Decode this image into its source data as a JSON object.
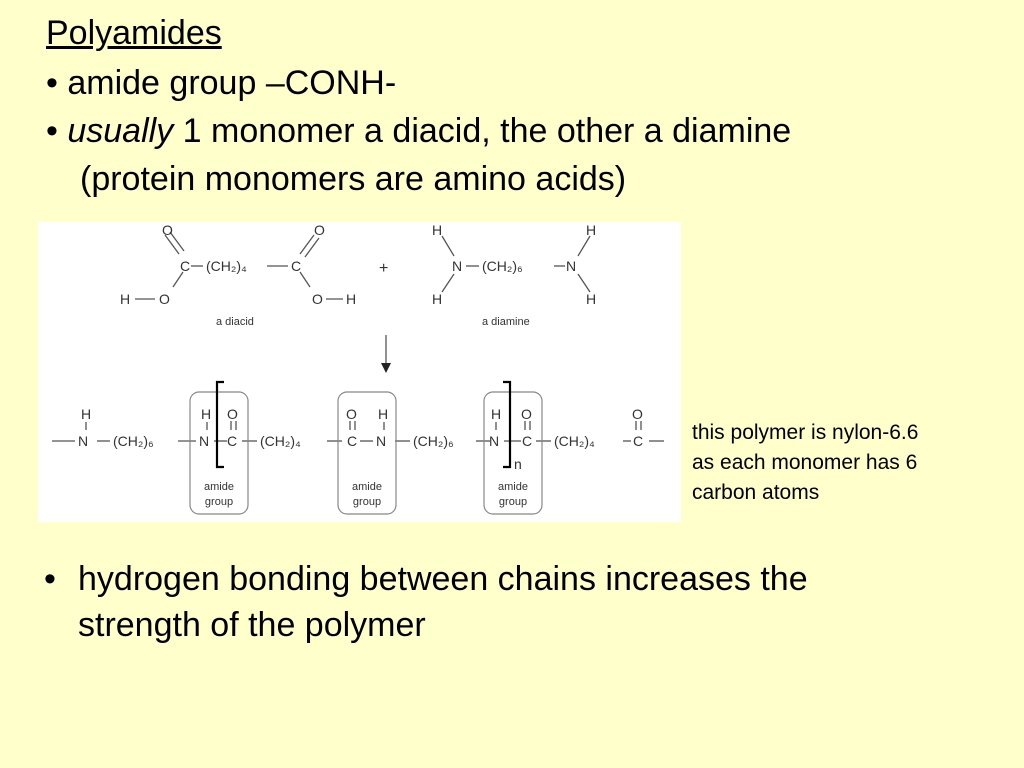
{
  "title": "Polyamides",
  "bullets": [
    {
      "marker": "•",
      "text": "amide group –CONH-"
    },
    {
      "marker": "•",
      "emphasis": "usually",
      "text": " 1 monomer a diacid, the other a diamine",
      "continuation": "(protein monomers are amino acids)"
    }
  ],
  "diagram": {
    "reactants": {
      "diacid_chain": "(CH₂)₄",
      "diamine_chain": "(CH₂)₆",
      "plus": "+",
      "diacid_label": "a diacid",
      "diamine_label": "a diamine"
    },
    "atoms": {
      "C": "C",
      "O": "O",
      "H": "H",
      "N": "N"
    },
    "product": {
      "chain_6": "(CH₂)₆",
      "chain_4": "(CH₂)₄",
      "repeat_subscript": "n",
      "amide_box_label_line1": "amide",
      "amide_box_label_line2": "group"
    }
  },
  "side_note": [
    "this polymer is nylon-6.6",
    "as each monomer has 6",
    "carbon atoms"
  ],
  "bottom_bullet": {
    "marker": "•",
    "lines": [
      "hydrogen bonding between chains increases the",
      "strength of the polymer"
    ]
  }
}
